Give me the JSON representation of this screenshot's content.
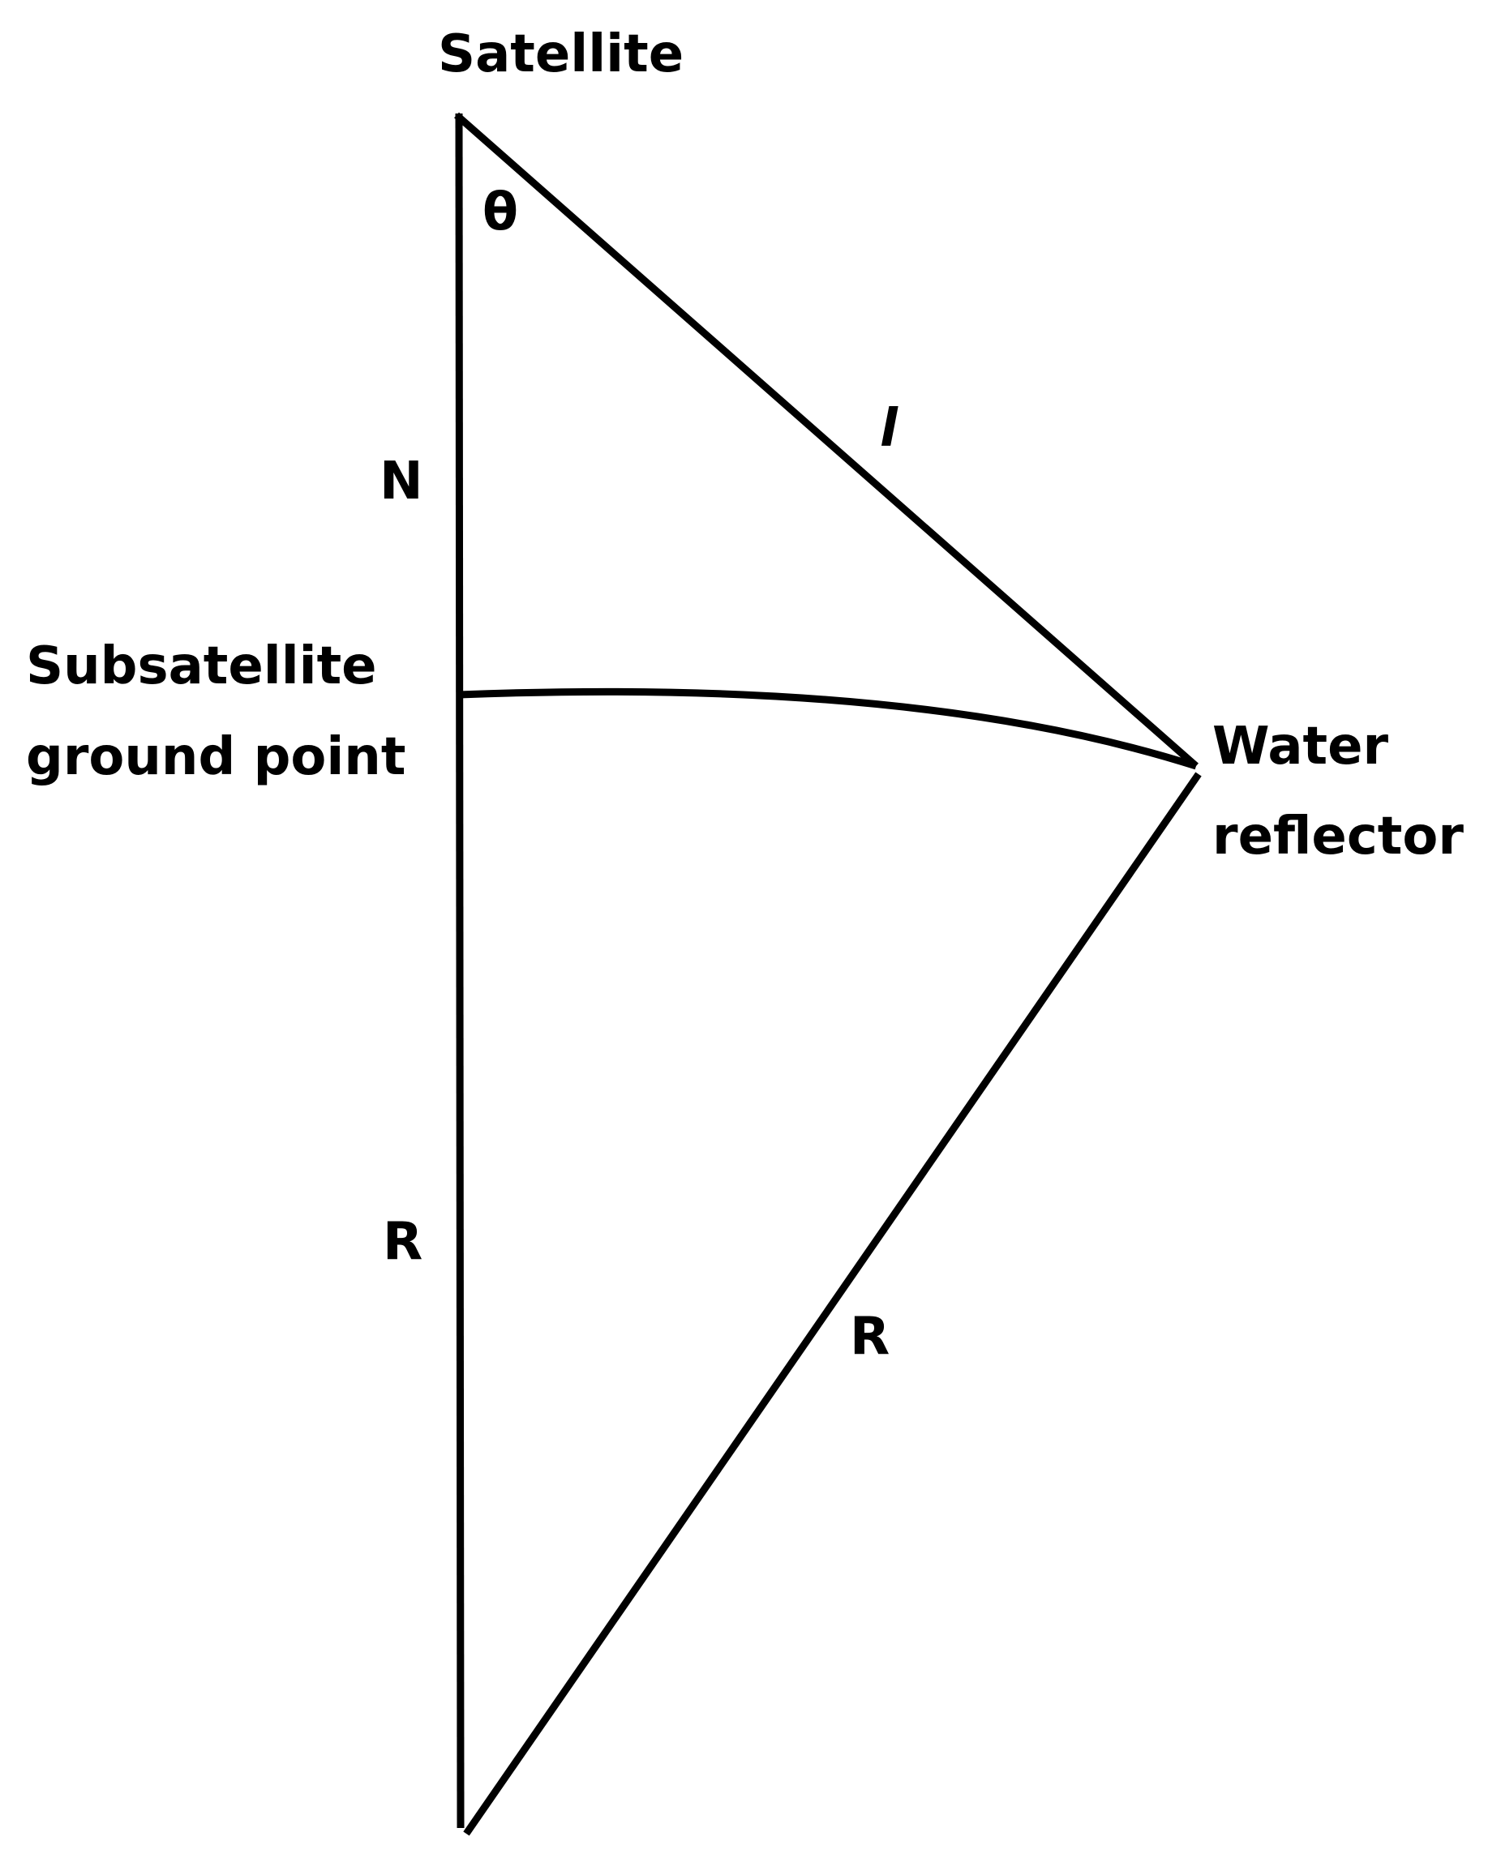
{
  "diagram": {
    "labels": {
      "satellite": "Satellite",
      "theta": "θ",
      "slant_range": "l",
      "orbit_height": "N",
      "subsatellite_line1": "Subsatellite",
      "subsatellite_line2": "ground point",
      "water_line1": "Water",
      "water_line2": "reflector",
      "earth_radius_left": "R",
      "earth_radius_right": "R"
    },
    "colors": {
      "stroke": "#000000",
      "background": "#ffffff"
    }
  }
}
